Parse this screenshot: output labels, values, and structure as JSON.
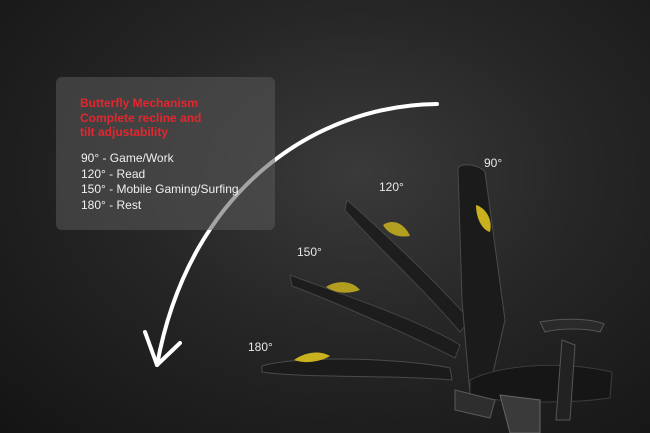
{
  "info": {
    "title_lines": [
      "Butterfly Mechanism",
      "Complete recline and",
      "tilt adjustability"
    ],
    "modes": [
      "90° - Game/Work",
      "120° - Read",
      "150° - Mobile Gaming/Surfing",
      "180° - Rest"
    ]
  },
  "angles": {
    "a90": "90°",
    "a120": "120°",
    "a150": "150°",
    "a180": "180°"
  },
  "colors": {
    "title_red": "#e5262e",
    "accent_yellow": "#c9b21e",
    "arrow": "#ffffff"
  },
  "icons": {
    "arrow": "curved-down-arrow-icon",
    "chair": "gaming-chair-illustration"
  }
}
